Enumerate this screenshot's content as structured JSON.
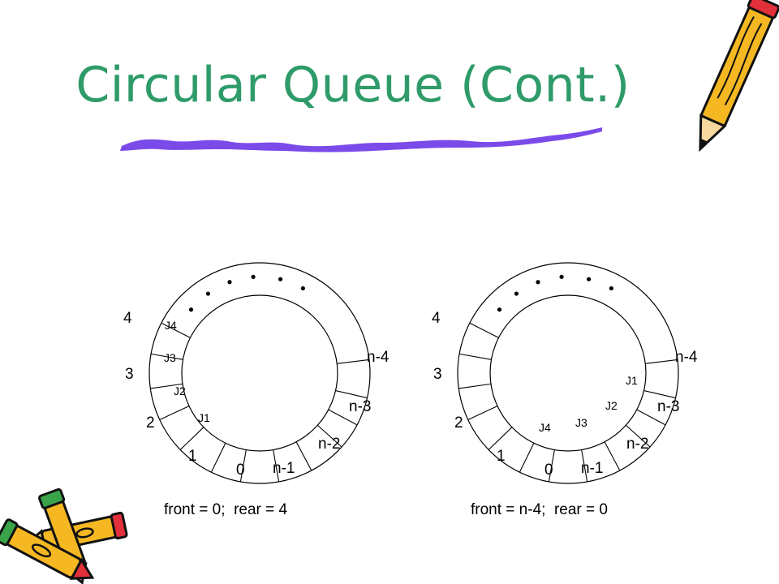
{
  "slide": {
    "title": "Circular Queue (Cont.)",
    "colors": {
      "title": "#2e9b69",
      "underline": "#7b4bea",
      "pencil_body": "#f5b823",
      "pencil_outline": "#111111",
      "pencil_tip": "#e2303a",
      "pencil_eraser": "#3aa44a"
    }
  },
  "diagrams": [
    {
      "id": "left",
      "index_labels": [
        "4",
        "3",
        "2",
        "1",
        "0",
        "n-1",
        "n-2",
        "n-3",
        "n-4"
      ],
      "slot_contents": [
        "J4",
        "J3",
        "J2",
        "J1"
      ],
      "caption": "front = 0;  rear = 4"
    },
    {
      "id": "right",
      "index_labels": [
        "4",
        "3",
        "2",
        "1",
        "0",
        "n-1",
        "n-2",
        "n-3",
        "n-4"
      ],
      "slot_contents": [
        "J4",
        "J3",
        "J2",
        "J1"
      ],
      "caption": "front = n-4;  rear = 0"
    }
  ]
}
